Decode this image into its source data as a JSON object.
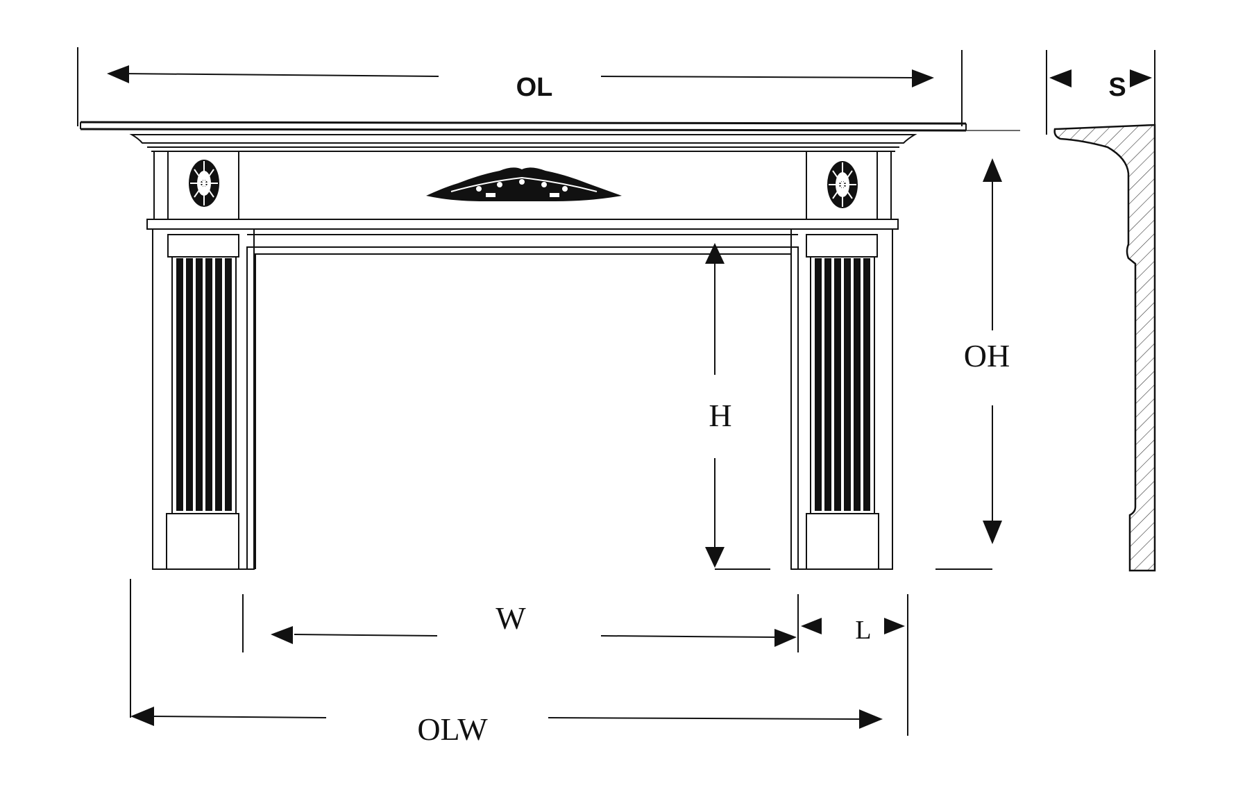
{
  "diagram": {
    "labels": {
      "overall_length": "OL",
      "shelf_depth": "S",
      "overall_height": "OH",
      "opening_height": "H",
      "opening_width": "W",
      "leg_width": "L",
      "overall_leg_width": "OLW"
    },
    "colors": {
      "ink": "#111111",
      "background": "#ffffff"
    }
  }
}
